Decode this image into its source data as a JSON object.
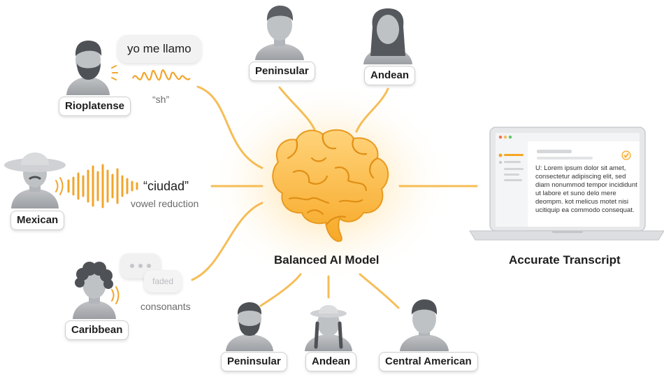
{
  "colors": {
    "accent": "#f5a623",
    "line": "#f4b23a",
    "person": "#a6a9ad",
    "person_dark": "#55585c"
  },
  "speakers": {
    "rioplatense": {
      "label": "Rioplatense",
      "speech": "yo me llamo",
      "note": "“sh”",
      "icon": "man-with-beard-icon"
    },
    "mexican": {
      "label": "Mexican",
      "quote": "“ciudad”",
      "note": "vowel reduction",
      "icon": "man-with-hat-icon"
    },
    "caribbean": {
      "label": "Caribbean",
      "bubble_text": "faded",
      "note": "consonants",
      "icon": "curly-hair-person-icon"
    },
    "peninsular_top": {
      "label": "Peninsular",
      "icon": "person-icon"
    },
    "andean_top": {
      "label": "Andean",
      "icon": "woman-icon"
    },
    "peninsular_bottom": {
      "label": "Peninsular",
      "icon": "bearded-person-icon"
    },
    "andean_bottom": {
      "label": "Andean",
      "icon": "woman-with-hat-icon"
    },
    "central_american": {
      "label": "Central American",
      "icon": "person-icon"
    }
  },
  "model": {
    "title": "Balanced AI Model",
    "icon": "brain-icon"
  },
  "output": {
    "title": "Accurate Transcript",
    "transcript": "U: Lorem ipsum dolor sit amet, consectetur adipiscing elit, sed diam nonummod tempor incididunt ut labore et suno delo mere deompm. kot melicus motet nisi ucitiquip ea commodo consequat.",
    "icon": "laptop-icon"
  }
}
